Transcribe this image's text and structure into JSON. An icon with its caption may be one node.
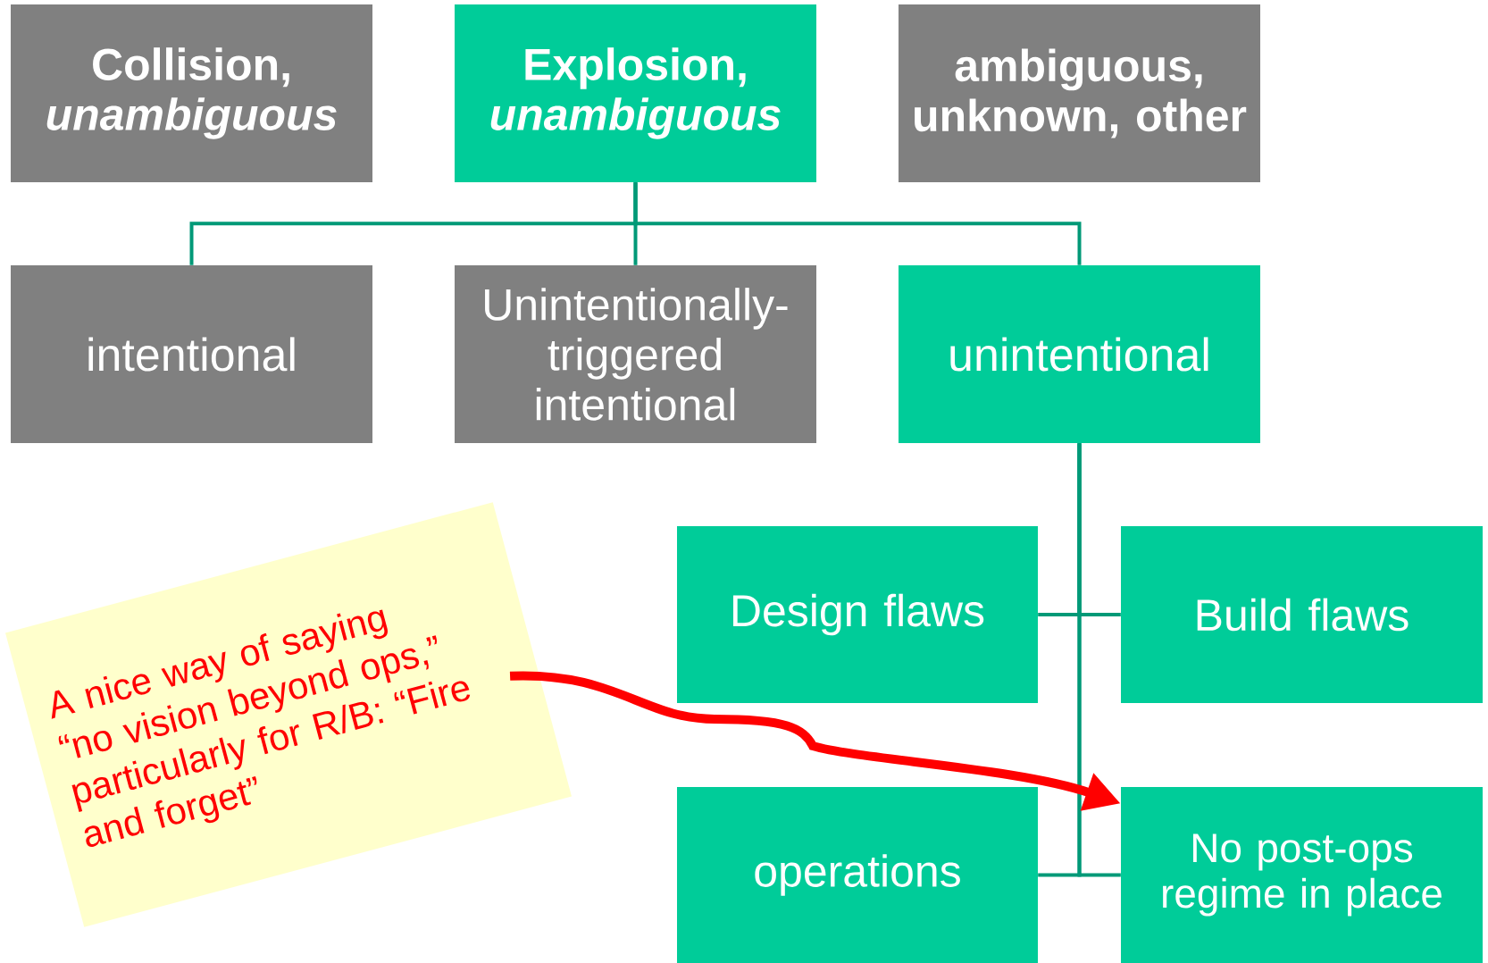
{
  "diagram": {
    "nodes": [
      {
        "text": [
          "Collision, *unambiguous*"
        ]
      },
      {
        "text": [
          "Explosion, *unambiguous*"
        ]
      },
      {
        "text": [
          "ambiguous, unknown, other"
        ]
      },
      {
        "text": [
          "intentional"
        ]
      },
      {
        "text": [
          "Unintentionally-triggered intentional"
        ]
      },
      {
        "text": [
          "unintentional"
        ]
      },
      {
        "text": [
          "Design flaws"
        ]
      },
      {
        "text": [
          "Build flaws"
        ]
      },
      {
        "text": [
          "A nice way of saying “no vision beyond ops,” particularly for R/B: “Fire and forget”"
        ]
      },
      {
        "text": [
          "operations"
        ]
      },
      {
        "text": [
          "No post-ops regime in place"
        ]
      }
    ],
    "edges": [
      {
        "from": 1,
        "to": 3,
        "arrow": "none"
      },
      {
        "from": 1,
        "to": 4,
        "arrow": "none"
      },
      {
        "from": 1,
        "to": 5,
        "arrow": "none"
      },
      {
        "from": 5,
        "to": 6,
        "arrow": "none"
      },
      {
        "from": 5,
        "to": 7,
        "arrow": "none"
      },
      {
        "from": 5,
        "to": 9,
        "arrow": "none"
      },
      {
        "from": 5,
        "to": 10,
        "arrow": "none"
      },
      {
        "from": 8,
        "to": 10,
        "arrow": "to",
        "style": "thick",
        "color": "#ff0000"
      }
    ]
  }
}
